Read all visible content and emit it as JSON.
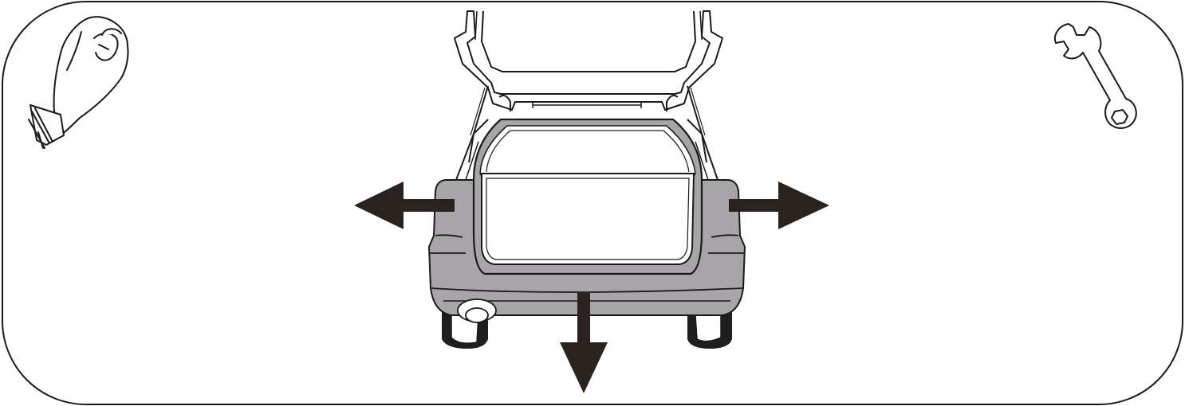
{
  "diagram": {
    "colors": {
      "outline": "#1a1a1a",
      "body": "#a7a5a7",
      "panel": "#ffffff",
      "arrow": "#2a221e",
      "tire": "#1e1e1e",
      "frame_bg": "#ffffff"
    },
    "icons": {
      "top_left": "gloved-hand-icon",
      "top_right": "wrench-icon"
    },
    "arrows": [
      {
        "name": "arrow-left",
        "direction": "left"
      },
      {
        "name": "arrow-right",
        "direction": "right"
      },
      {
        "name": "arrow-down",
        "direction": "down"
      }
    ],
    "vehicle": "rear-view-car-open-tailgate"
  }
}
